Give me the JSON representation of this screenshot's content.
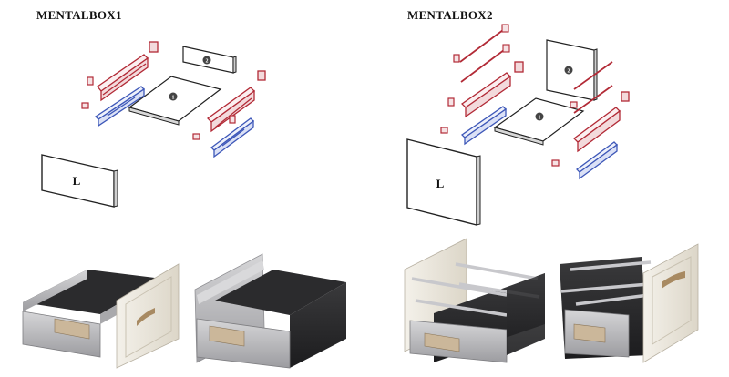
{
  "figure": {
    "left": {
      "title": "MENTALBOX1",
      "panel_bottom_label": "1",
      "panel_back_label": "2",
      "front_label": "L"
    },
    "right": {
      "title": "MENTALBOX2",
      "panel_bottom_label": "1",
      "panel_back_label": "2",
      "front_label": "L"
    }
  },
  "colors": {
    "side_rail": "#b22a36",
    "runner": "#3d57b8",
    "panel_edge": "#222222",
    "drawer_metal": "#b9b9bb",
    "drawer_dark": "#2b2b2d",
    "front_cream": "#ece8de",
    "handle": "#a88a62"
  }
}
